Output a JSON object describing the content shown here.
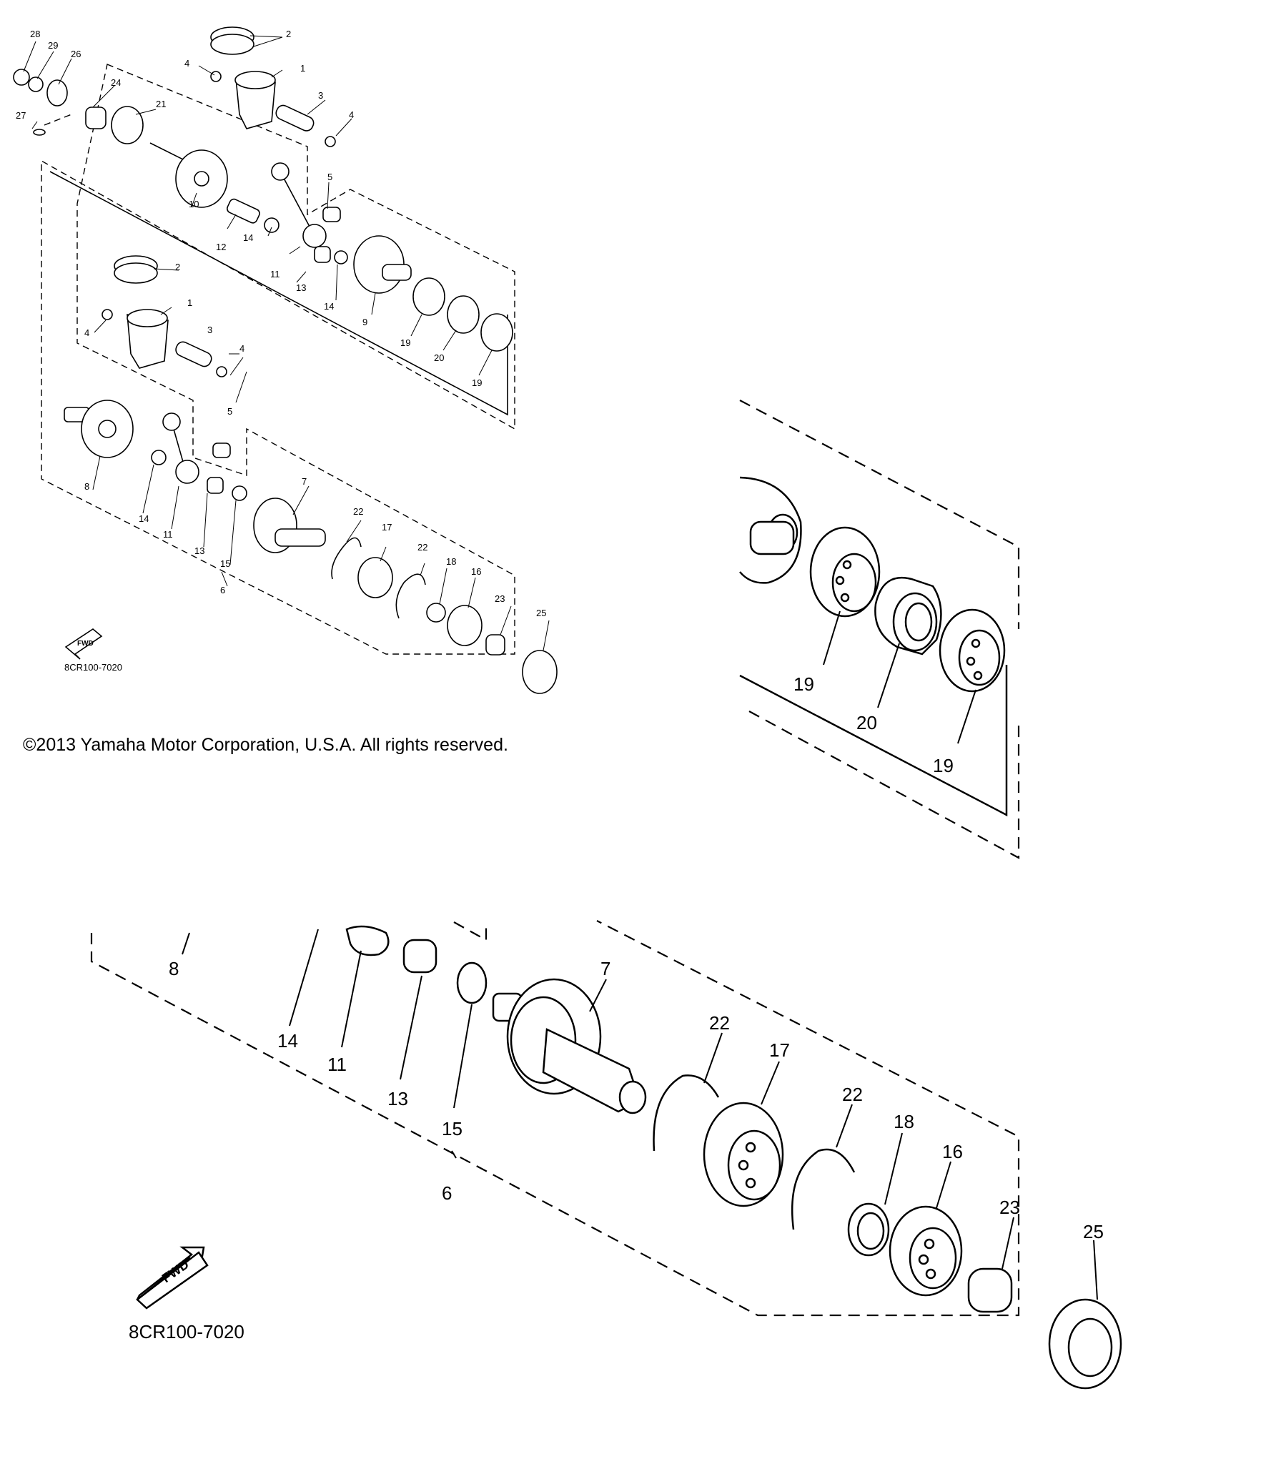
{
  "copyright": "©2013 Yamaha Motor Corporation, U.S.A. All rights reserved.",
  "diagram_code_small": "8CR100-7020",
  "diagram_code_large": "8CR100-7020",
  "fwd_label": "FWD",
  "callouts_small": {
    "c1a": "1",
    "c1b": "1",
    "c2a": "2",
    "c2b": "2",
    "c3a": "3",
    "c3b": "3",
    "c4a": "4",
    "c4b": "4",
    "c4c": "4",
    "c4d": "4",
    "c5a": "5",
    "c5b": "5",
    "c6": "6",
    "c7": "7",
    "c8": "8",
    "c9": "9",
    "c10": "10",
    "c11a": "11",
    "c11b": "11",
    "c12": "12",
    "c13a": "13",
    "c13b": "13",
    "c14a": "14",
    "c14b": "14",
    "c14c": "14",
    "c15": "15",
    "c16": "16",
    "c17": "17",
    "c18": "18",
    "c19a": "19",
    "c19b": "19",
    "c20": "20",
    "c21": "21",
    "c22a": "22",
    "c22b": "22",
    "c23": "23",
    "c24": "24",
    "c25": "25",
    "c26": "26",
    "c27": "27",
    "c28": "28",
    "c29": "29"
  },
  "callouts_detail_right": {
    "d19a": "19",
    "d20": "20",
    "d19b": "19"
  },
  "callouts_detail_bottom": {
    "e8": "8",
    "e14": "14",
    "e11": "11",
    "e13": "13",
    "e15": "15",
    "e6": "6",
    "e7": "7",
    "e22a": "22",
    "e17": "17",
    "e22b": "22",
    "e18": "18",
    "e16": "16",
    "e23": "23",
    "e25": "25"
  }
}
